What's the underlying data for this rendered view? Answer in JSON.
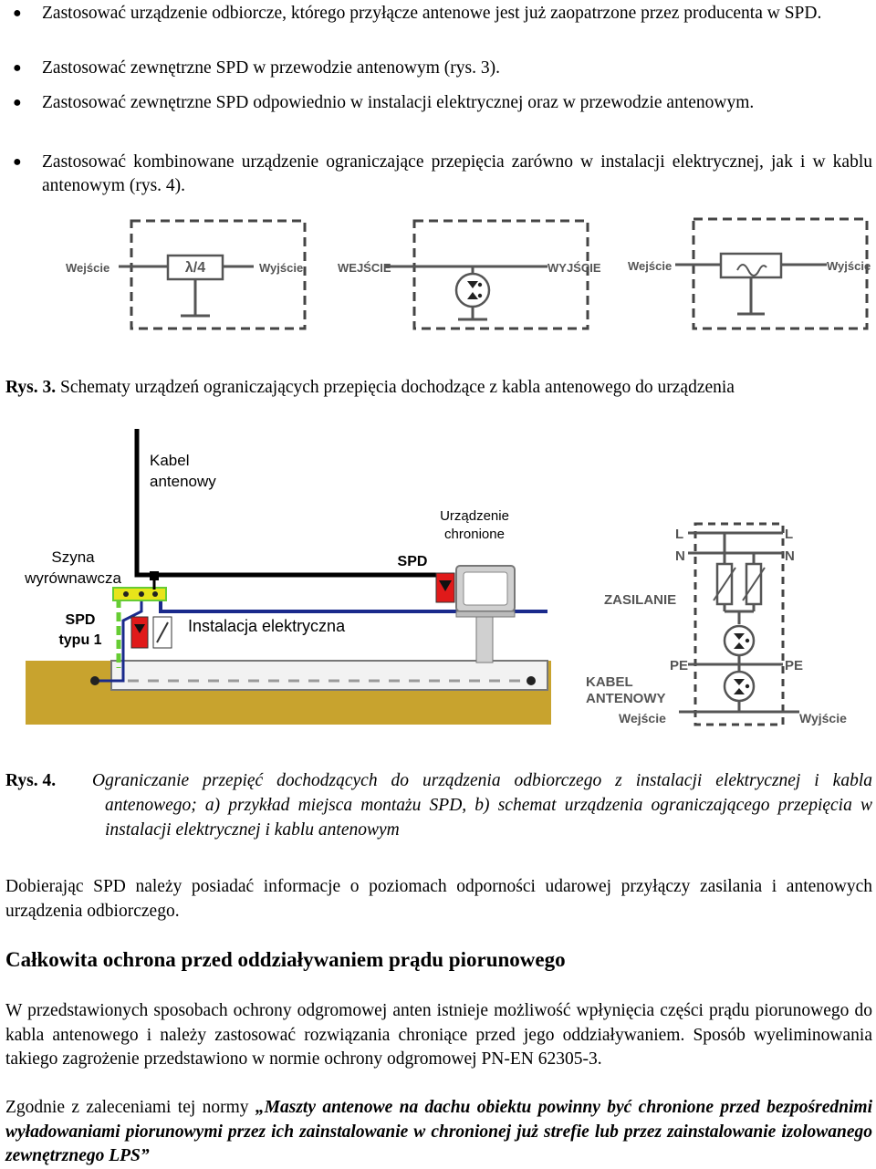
{
  "bullets": [
    "Zastosować urządzenie odbiorcze, którego przyłącze antenowe jest już zaopatrzone przez producenta w SPD.",
    "Zastosować zewnętrzne SPD w przewodzie antenowym (rys. 3).",
    "Zastosować zewnętrzne SPD odpowiednio w instalacji elektrycznej oraz w przewodzie antenowym.",
    "Zastosować kombinowane urządzenie ograniczające przepięcia zarówno w instalacji elektrycznej, jak i w kablu antenowym (rys. 4)."
  ],
  "figure3": {
    "diagram1": {
      "input": "Wejście",
      "output": "Wyjście",
      "element": "λ/4"
    },
    "diagram2": {
      "input": "WEJŚCIE",
      "output": "WYJŚCIE"
    },
    "diagram3": {
      "input": "Wejście",
      "output": "Wyjście"
    },
    "caption_label": "Rys. 3.",
    "caption_text": "Schematy urządzeń ograniczających przepięcia dochodzące z kabla antenowego do urządzenia"
  },
  "figure4a": {
    "kabel_line1": "Kabel",
    "kabel_line2": "antenowy",
    "device_line1": "Urządzenie",
    "device_line2": "chronione",
    "szyna_line1": "Szyna",
    "szyna_line2": "wyrównawcza",
    "spd": "SPD",
    "spd1_line1": "SPD",
    "spd1_line2": "typu 1",
    "instalacja": "Instalacja elektryczna"
  },
  "figure4b": {
    "L_left": "L",
    "N_left": "N",
    "L_right": "L",
    "N_right": "N",
    "zasilanie": "ZASILANIE",
    "pe_left": "PE",
    "pe_right": "PE",
    "kabel_line1": "KABEL",
    "kabel_line2": "ANTENOWY",
    "input": "Wejście",
    "output": "Wyjście"
  },
  "figure4_caption": {
    "label": "Rys. 4.",
    "text": "Ograniczanie przepięć dochodzących do urządzenia odbiorczego z instalacji elektrycznej i kabla antenowego; a) przykład miejsca montażu SPD, b) schemat urządzenia ograniczającego przepięcia w instalacji elektrycznej i kablu antenowym"
  },
  "paragraph1": "Dobierając SPD należy posiadać informacje o poziomach odporności udarowej przyłączy zasilania i antenowych urządzenia odbiorczego.",
  "heading": "Całkowita ochrona przed oddziaływaniem prądu piorunowego",
  "paragraph2": "W przedstawionych sposobach ochrony odgromowej anten istnieje możliwość wpłynięcia części prądu piorunowego do kabla antenowego i należy zastosować rozwiązania chroniące przed jego oddziaływaniem. Sposób wyeliminowania takiego zagrożenie przedstawiono w normie ochrony odgromowej PN-EN 62305-3.",
  "paragraph3_plain": "Zgodnie z zaleceniami tej normy ",
  "paragraph3_bold": "„Maszty antenowe na dachu obiektu powinny być chronione przed bezpośrednimi wyładowaniami piorunowymi przez ich zainstalowanie w chronionej już strefie lub przez zainstalowanie izolowanego zewnętrznego LPS”",
  "colors": {
    "ground": "#c8a32e",
    "ground_edge": "#8b6f14",
    "spd_red": "#e01a1a",
    "cable_blue": "#1a2a8c",
    "bus_green": "#66cc33",
    "dash_gray": "#9a9a9a"
  }
}
